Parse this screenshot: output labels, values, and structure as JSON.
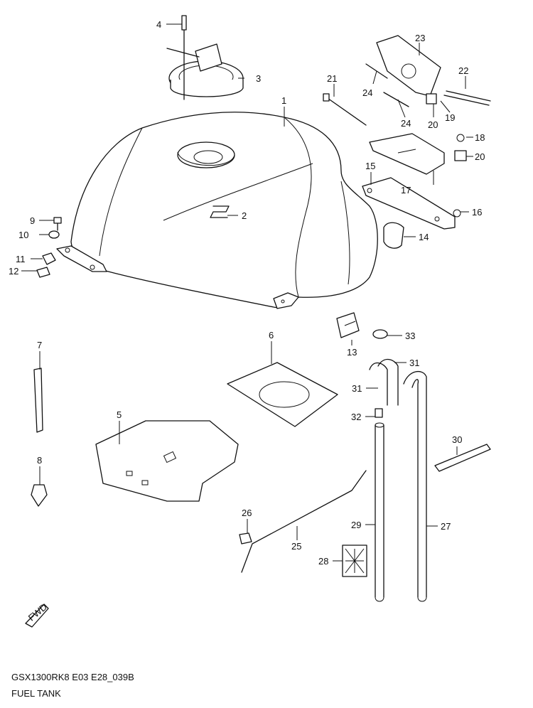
{
  "diagram": {
    "part_code": "GSX1300RK8 E03 E28_039B",
    "title": "FUEL TANK",
    "direction_badge": "FWD",
    "callouts": {
      "c1": "1",
      "c2": "2",
      "c3": "3",
      "c4": "4",
      "c5": "5",
      "c6": "6",
      "c7": "7",
      "c8": "8",
      "c9": "9",
      "c10": "10",
      "c11": "11",
      "c12": "12",
      "c13": "13",
      "c14": "14",
      "c15": "15",
      "c16": "16",
      "c17": "17",
      "c18": "18",
      "c19": "19",
      "c20a": "20",
      "c20b": "20",
      "c21": "21",
      "c22": "22",
      "c23": "23",
      "c24a": "24",
      "c24b": "24",
      "c25": "25",
      "c26": "26",
      "c27": "27",
      "c28": "28",
      "c29": "29",
      "c30": "30",
      "c31a": "31",
      "c31b": "31",
      "c32": "32",
      "c33": "33"
    }
  }
}
